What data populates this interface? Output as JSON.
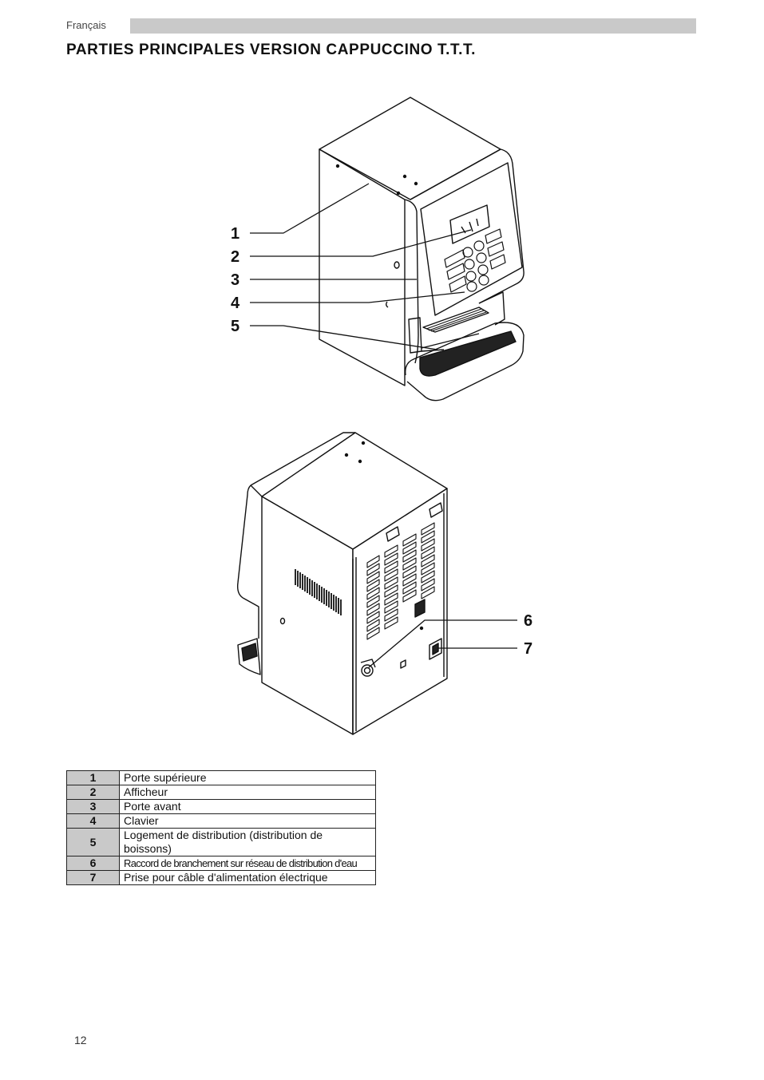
{
  "header": {
    "language": "Français",
    "title": "PARTIES PRINCIPALES VERSION CAPPUCCINO T.T.T."
  },
  "figures": {
    "front_view_callouts": [
      "1",
      "2",
      "3",
      "4",
      "5"
    ],
    "rear_view_callouts": [
      "6",
      "7"
    ]
  },
  "parts_table": {
    "rows": [
      {
        "num": "1",
        "label": "Porte supérieure"
      },
      {
        "num": "2",
        "label": "Afficheur"
      },
      {
        "num": "3",
        "label": "Porte avant"
      },
      {
        "num": "4",
        "label": "Clavier"
      },
      {
        "num": "5",
        "label": "Logement de distribution (distribution de boissons)"
      },
      {
        "num": "6",
        "label": "Raccord de branchement sur réseau de distribution d'eau"
      },
      {
        "num": "7",
        "label": "Prise pour câble d'alimentation électrique"
      }
    ]
  },
  "footer": {
    "page_number": "12"
  }
}
